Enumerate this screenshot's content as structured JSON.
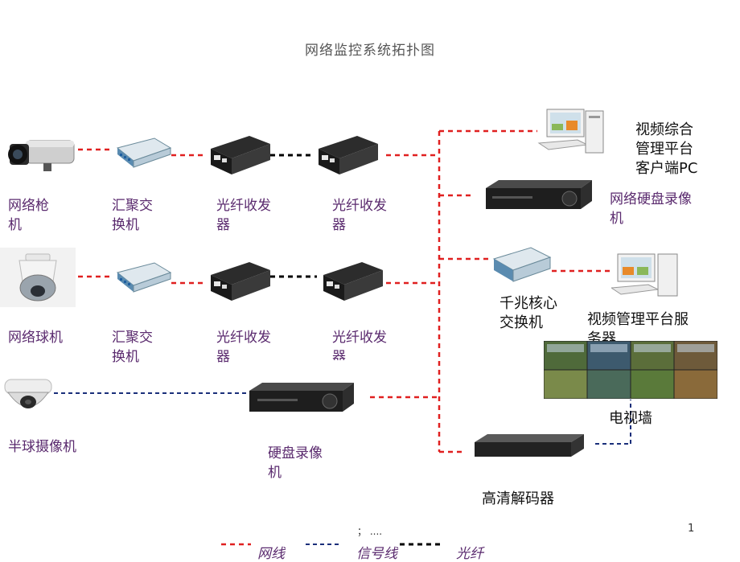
{
  "title": "网络监控系统拓扑图",
  "nodes": {
    "bullet_camera": "网络枪机",
    "bullet_camera_l1": "网络枪",
    "bullet_camera_l2": "机",
    "switch_l1": "汇聚交",
    "switch_l2": "换机",
    "fiber_l1": "光纤收发",
    "fiber_l2": "器",
    "dome_camera": "网络球机",
    "half_dome_camera": "半球摄像机",
    "dvr_l1": "硬盘录像",
    "dvr_l2": "机",
    "client_pc_l1": "视频综合",
    "client_pc_l2": "管理平台",
    "client_pc_l3": "客户端PC",
    "nvr": "网络硬盘录像",
    "nvr_l2": "机",
    "core_switch_l1": "千兆核心",
    "core_switch_l2": "交换机",
    "server_l1": "视频管理平台服",
    "server_l2": "务器",
    "tv_wall": "电视墙",
    "decoder": "高清解码器"
  },
  "footer": {
    "note": "；  ....",
    "page_number": "1"
  },
  "legend": [
    {
      "label": "网线",
      "color": "#e02020",
      "style": "dashed"
    },
    {
      "label": "信号线",
      "color": "#1a2f7a",
      "style": "dashed"
    },
    {
      "label": "光纤",
      "color": "#000000",
      "style": "dashed"
    }
  ],
  "colors": {
    "network": "#e02020",
    "signal": "#1a2f7a",
    "fiber": "#000000"
  }
}
